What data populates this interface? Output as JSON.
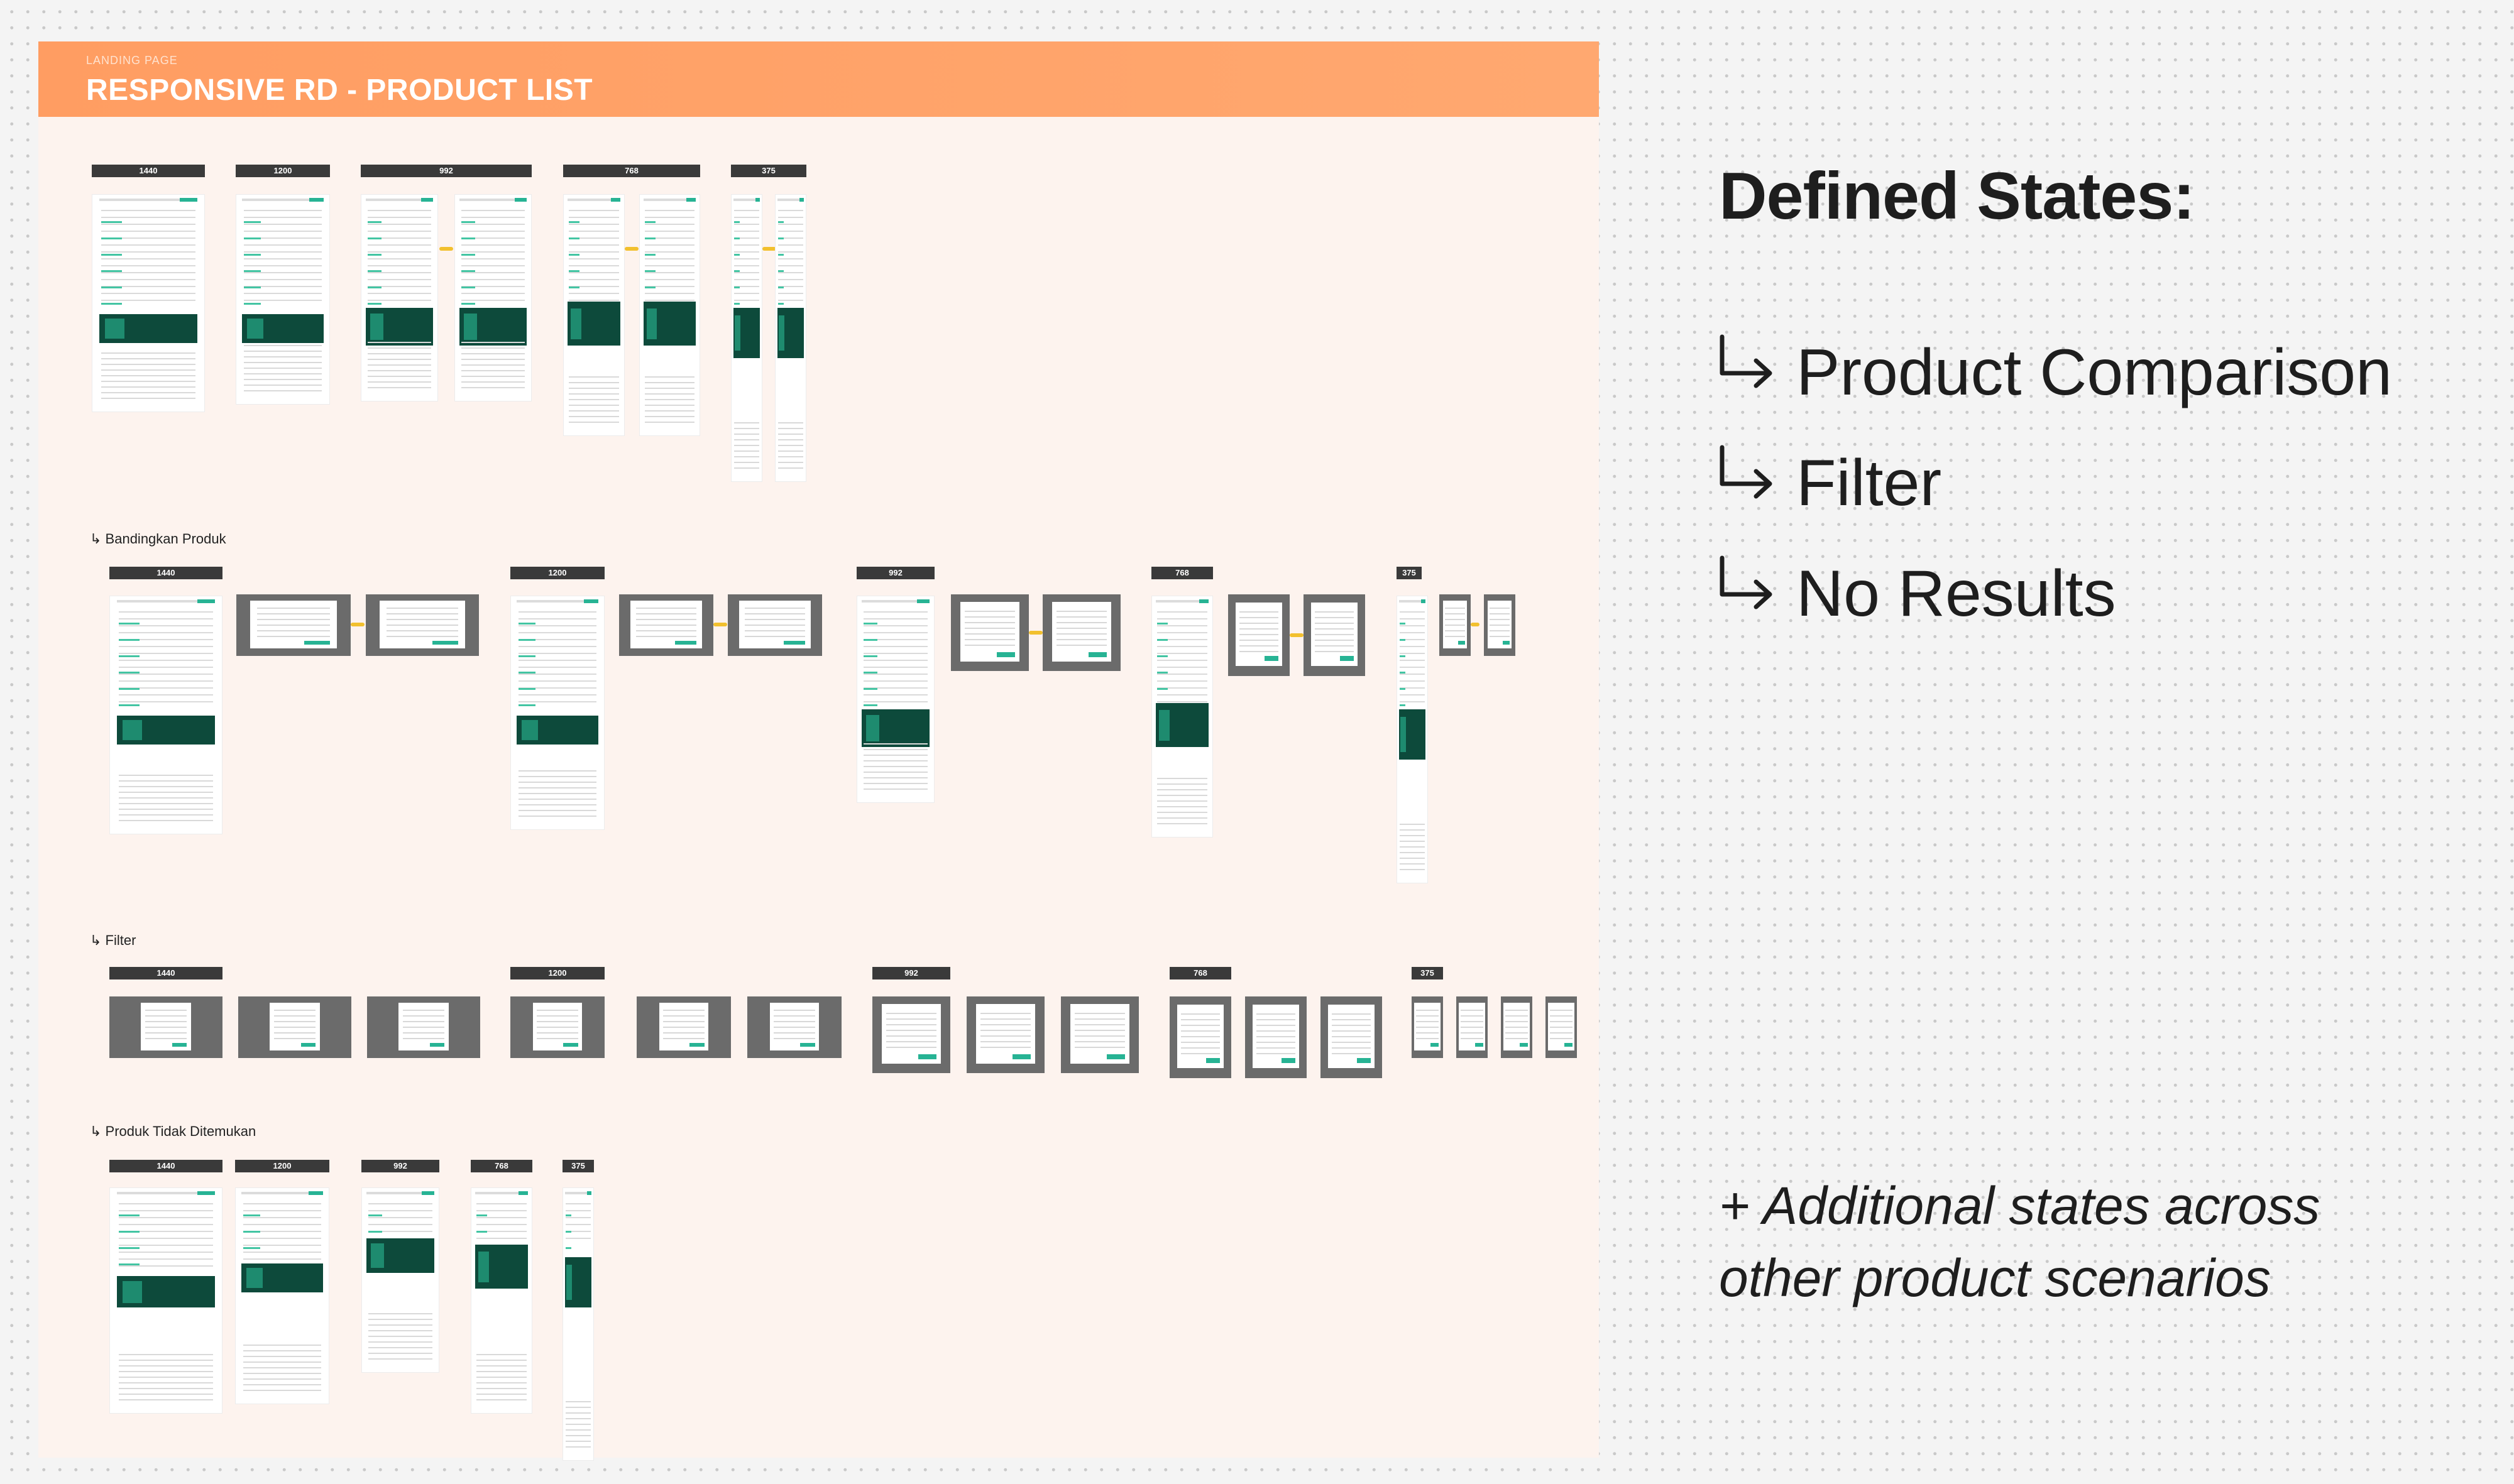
{
  "board": {
    "kicker": "LANDING PAGE",
    "title": "RESPONSIVE RD - PRODUCT LIST"
  },
  "sections": {
    "comparison": "↳ Bandingkan Produk",
    "filter": "↳ Filter",
    "no_results": "↳ Produk Tidak Ditemukan"
  },
  "breakpoints": [
    "1440",
    "1200",
    "992",
    "768",
    "375"
  ],
  "panel": {
    "title": "Defined States:",
    "states": [
      "Product Comparison",
      "Filter",
      "No Results"
    ],
    "note_line1": "+ Additional states across",
    "note_line2": "other product scenarios"
  },
  "colors": {
    "header": "#ff9d62",
    "board": "#fdf3ee",
    "accent": "#27b394",
    "banner": "#0d4a3b",
    "overlay": "#6b6b6b",
    "arrow": "#f2c02e"
  },
  "icons": {
    "state_bullet": "return-arrow-icon"
  }
}
